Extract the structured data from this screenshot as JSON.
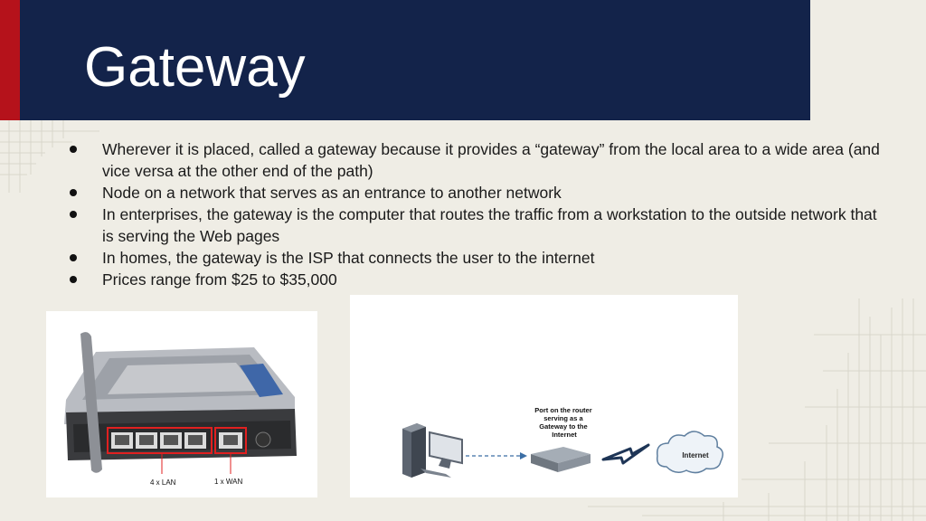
{
  "slide": {
    "title": "Gateway",
    "bullets": [
      "Wherever it is placed, called a gateway because it provides a “gateway” from the local area to a wide area (and vice versa at the other end of the path)",
      "Node on a network that serves as an entrance to another network",
      "In enterprises, the gateway is the computer that routes the traffic from a workstation to the outside network that is serving the Web pages",
      "In homes, the gateway is the ISP that connects the user to the internet",
      "Prices range from $25 to $35,000"
    ]
  },
  "router_image": {
    "lan_label": "4 x LAN",
    "wan_label": "1  x WAN"
  },
  "diagram_image": {
    "port_label_lines": [
      "Port on the router",
      "serving as a",
      "Gateway to the",
      "Internet"
    ],
    "internet_label": "Internet"
  },
  "colors": {
    "background": "#efede5",
    "title_band": "#13234a",
    "accent_red": "#b5121b",
    "title_text": "#ffffff"
  }
}
